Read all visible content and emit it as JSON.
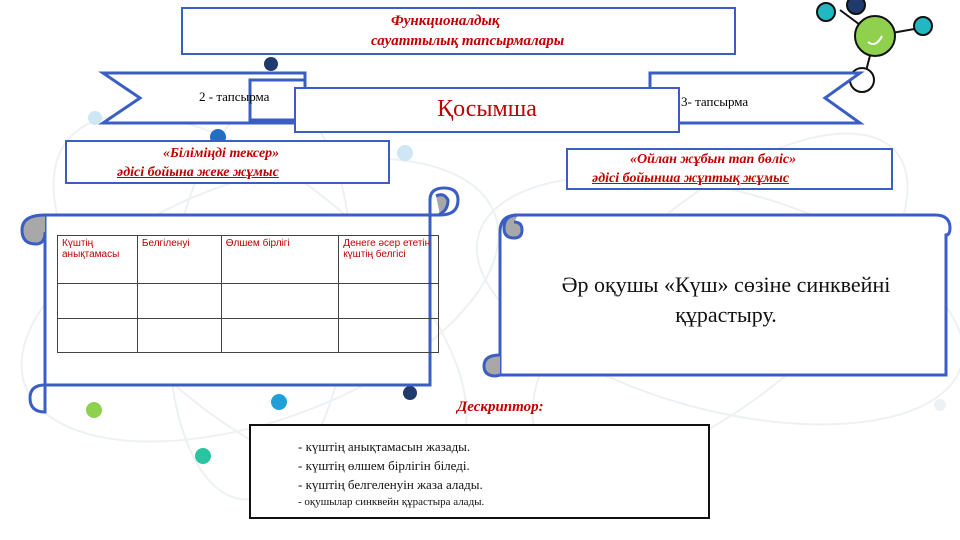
{
  "header": {
    "title_line1": "Функционалдық",
    "title_line2": "сауаттылық тапсырмалары"
  },
  "ribbon": {
    "left_label": "2 - тапсырма",
    "right_label": "3- тапсырма",
    "center_label": "Қосымша"
  },
  "task2": {
    "method_line1": "«Біліміңді тексер»",
    "method_line2": "әдісі бойына  жеке жұмыс",
    "table": {
      "headers": [
        "Күштің анықтамасы",
        "Белгіленуі",
        "Өлшем бірлігі",
        "Денеге әсер ететін күштің белгісі"
      ],
      "rows": [
        [
          "",
          "",
          "",
          ""
        ],
        [
          "",
          "",
          "",
          ""
        ]
      ]
    }
  },
  "task3": {
    "method_line1": "«Ойлан жұбын тап бөліс»",
    "method_line2": "әдісі бойынша жұптық    жұмыс",
    "scroll_text_line1": "Әр оқушы «Күш» сөзіне синквейні",
    "scroll_text_line2": "құрастыру."
  },
  "descriptor": {
    "title": "Дескриптор:",
    "items": [
      "- күштің анықтамасын жазады.",
      "- күштің өлшем бірлігін біледі.",
      "- күштің белгеленуін жаза алады.",
      "- оқушылар синквейн құрастыра алады."
    ]
  },
  "colors": {
    "border_blue": "#3a5ec4",
    "title_red": "#c00000",
    "scroll_gray": "#a8a8a8"
  }
}
